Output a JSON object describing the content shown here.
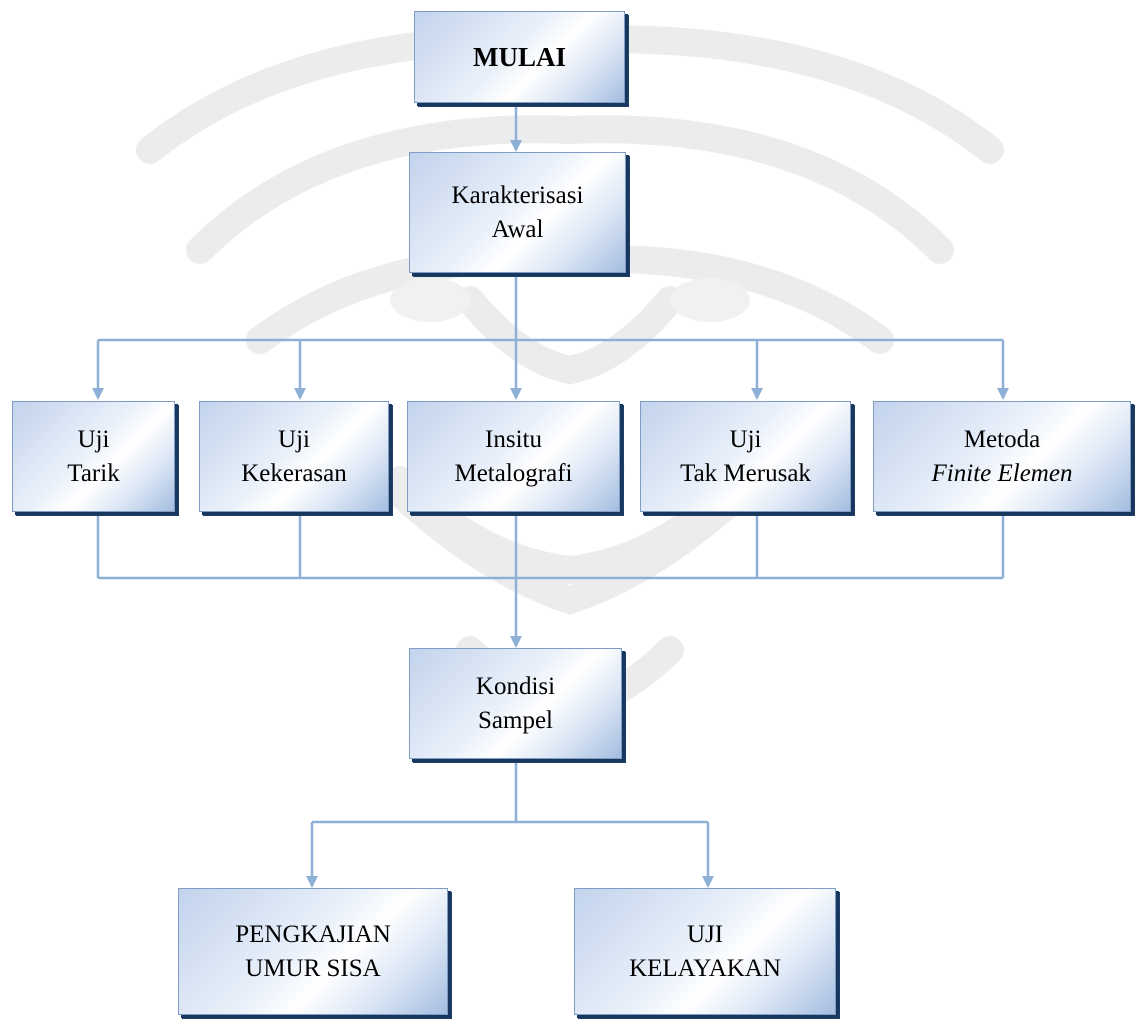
{
  "diagram": {
    "start": {
      "label": "MULAI"
    },
    "initial_characterization": {
      "line1": "Karakterisasi",
      "line2": "Awal"
    },
    "tests": [
      {
        "line1": "Uji",
        "line2": "Tarik"
      },
      {
        "line1": "Uji",
        "line2": "Kekerasan"
      },
      {
        "line1": "Insitu",
        "line2": "Metalografi"
      },
      {
        "line1": "Uji",
        "line2": "Tak Merusak"
      },
      {
        "line1": "Metoda",
        "line2": "Finite Elemen"
      }
    ],
    "sample_condition": {
      "line1": "Kondisi",
      "line2": "Sampel"
    },
    "outcomes": [
      {
        "line1": "PENGKAJIAN",
        "line2": "UMUR SISA"
      },
      {
        "line1": "UJI",
        "line2": "KELAYAKAN"
      }
    ],
    "colors": {
      "connector": "#8fb0d6",
      "box_border": "#7f9cc4",
      "box_shadow": "#17375e",
      "box_fill_light": "#ffffff",
      "box_fill_dark": "#a4bde0"
    }
  }
}
